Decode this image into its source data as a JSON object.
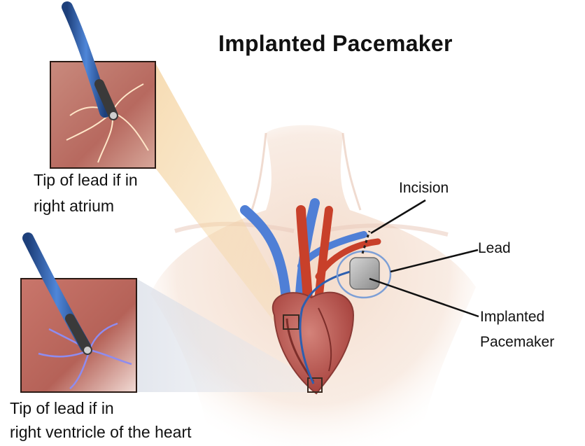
{
  "title": "Implanted Pacemaker",
  "insets": {
    "atrium": {
      "caption_line1": "Tip of lead if in",
      "caption_line2": "right atrium"
    },
    "ventricle": {
      "caption_line1": "Tip of lead if in",
      "caption_line2": "right ventricle of the heart"
    }
  },
  "callouts": {
    "incision": "Incision",
    "lead": "Lead",
    "pacemaker_line1": "Implanted",
    "pacemaker_line2": "Pacemaker"
  },
  "colors": {
    "skin": "#f2d6c2",
    "vein_blue": "#4f7fd6",
    "artery_red": "#c8402a",
    "heart": "#b5504a",
    "device": "#9a9a9a",
    "lead_wire": "#2d5fb0"
  }
}
